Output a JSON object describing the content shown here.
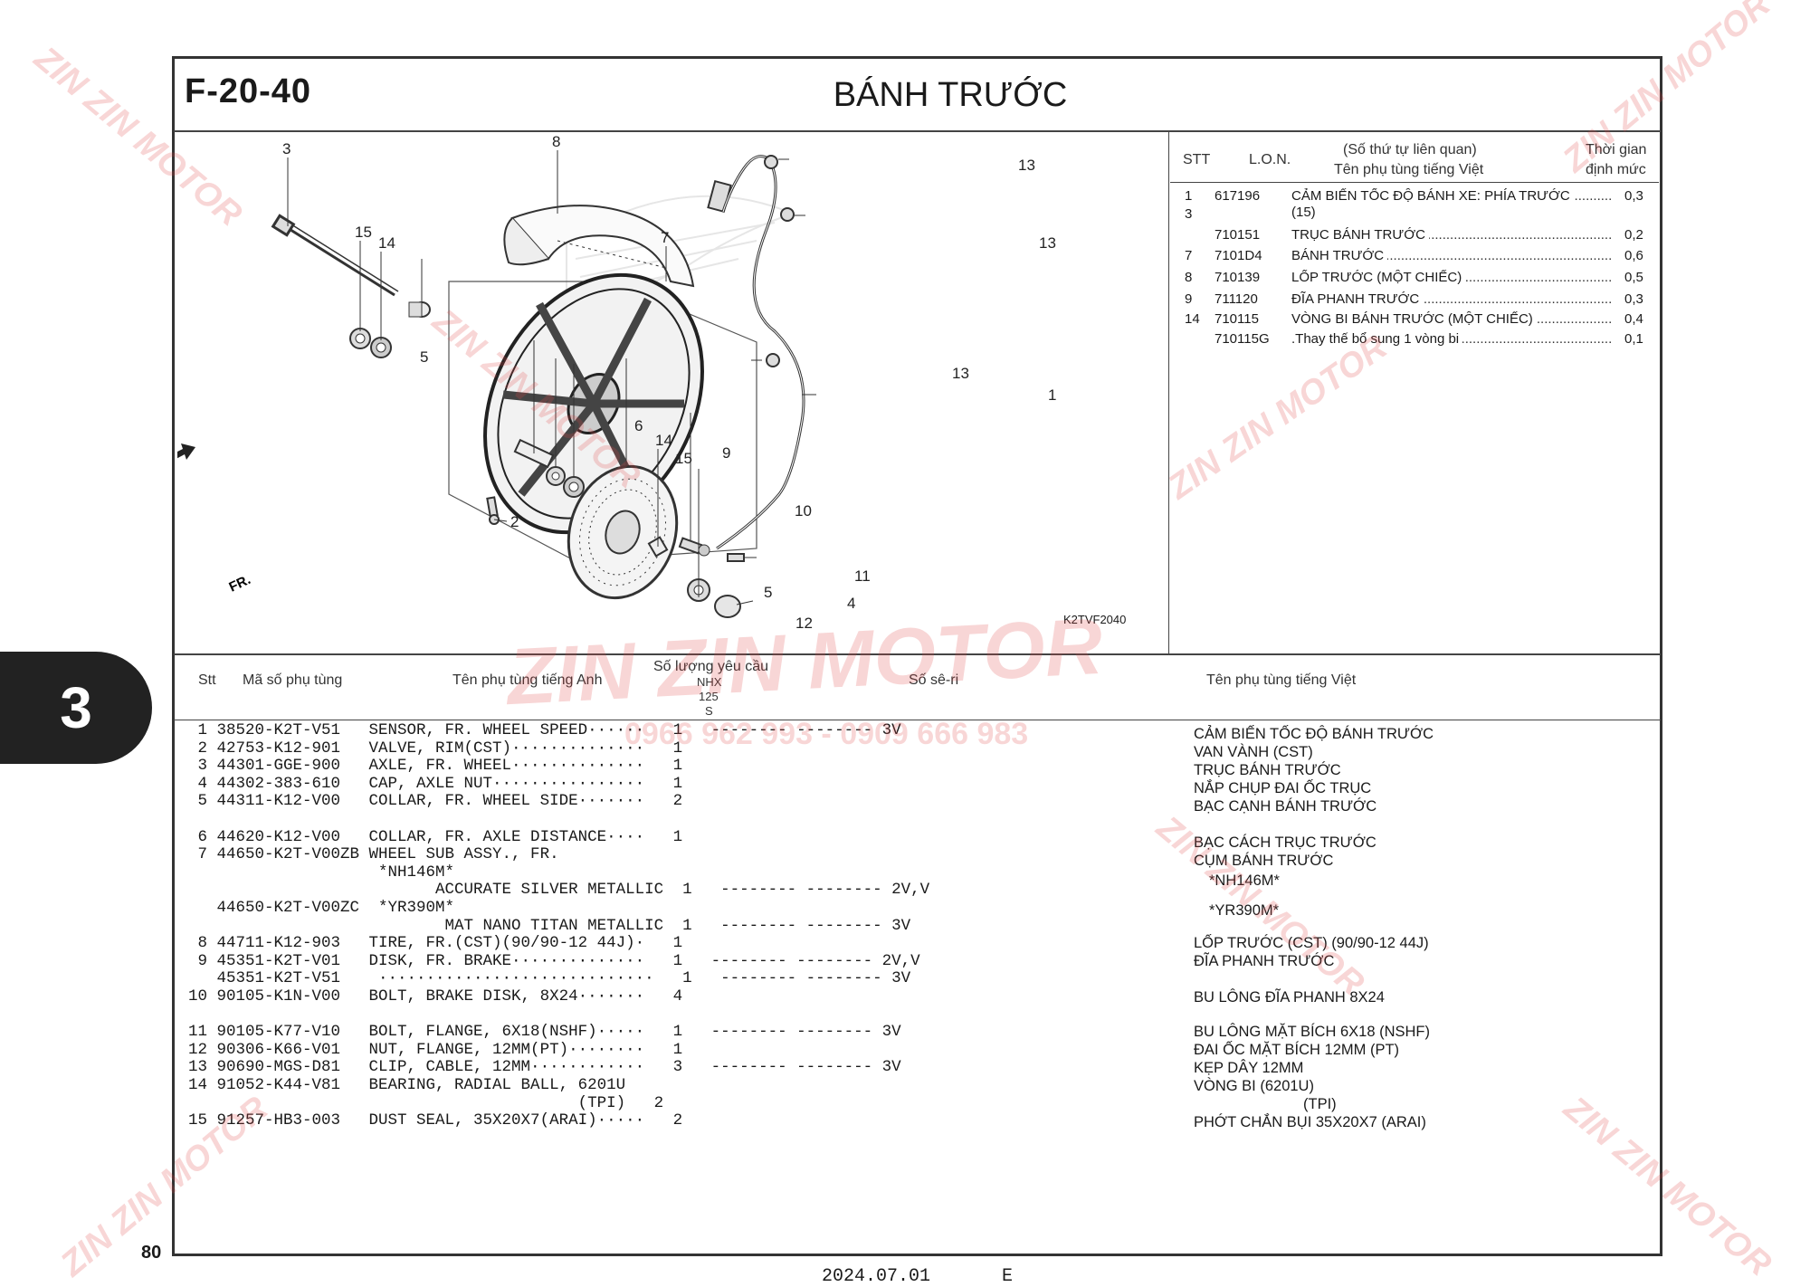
{
  "header": {
    "code": "F-20-40",
    "title": "BÁNH TRƯỚC"
  },
  "chapter_tab": "3",
  "page_number": "80",
  "footer": {
    "date": "2024.07.01",
    "edition": "E"
  },
  "diagram": {
    "code": "K2TVF2040",
    "direction_label": "FR.",
    "callouts": [
      "3",
      "8",
      "15",
      "14",
      "7",
      "5",
      "6",
      "14",
      "15",
      "2",
      "9",
      "10",
      "5",
      "12",
      "4",
      "11",
      "1",
      "13",
      "13",
      "13"
    ]
  },
  "labor_table": {
    "headers": {
      "stt": "STT",
      "lon": "L.O.N.",
      "related": "(Số thứ tự liên quan)",
      "name": "Tên phụ tùng tiếng Việt",
      "time1": "Thời gian",
      "time2": "định mức"
    },
    "rows": [
      {
        "stt": "1",
        "stt2": "3",
        "lon": "617196",
        "name": "CẢM BIẾN TỐC ĐỘ BÁNH XE: PHÍA TRƯỚC",
        "sub": "(15)",
        "time": "0,3"
      },
      {
        "stt": "",
        "stt2": "",
        "lon": "710151",
        "name": "TRỤC BÁNH TRƯỚC",
        "sub": "",
        "time": "0,2"
      },
      {
        "stt": "7",
        "stt2": "",
        "lon": "7101D4",
        "name": "BÁNH TRƯỚC",
        "sub": "",
        "time": "0,6"
      },
      {
        "stt": "8",
        "stt2": "",
        "lon": "710139",
        "name": "LỐP TRƯỚC (MỘT CHIẾC)",
        "sub": "",
        "time": "0,5"
      },
      {
        "stt": "9",
        "stt2": "",
        "lon": "711120",
        "name": "ĐĨA PHANH TRƯỚC",
        "sub": "",
        "time": "0,3"
      },
      {
        "stt": "14",
        "stt2": "",
        "lon": "710115",
        "name": "VÒNG BI BÁNH TRƯỚC (MỘT CHIẾC)",
        "sub": "",
        "time": "0,4"
      },
      {
        "stt": "",
        "stt2": "",
        "lon": "710115G",
        "name": ".Thay thế bổ sung 1 vòng bi",
        "sub": "",
        "time": "0,1"
      }
    ]
  },
  "parts_table": {
    "headers": {
      "stt": "Stt",
      "part_no": "Mã số phụ tùng",
      "name_en": "Tên phụ tùng tiếng Anh",
      "qty": "Số lượng yêu cầu",
      "model1": "NHX",
      "model2": "125",
      "model3": "S",
      "serial": "Số sê-ri",
      "name_vn": "Tên phụ tùng tiếng Việt"
    },
    "lines": [
      " 1 38520-K2T-V51   SENSOR, FR. WHEEL SPEED······   1   -------- -------- 3V",
      " 2 42753-K12-901   VALVE, RIM(CST)··············   1",
      " 3 44301-GGE-900   AXLE, FR. WHEEL··············   1",
      " 4 44302-383-610   CAP, AXLE NUT················   1",
      " 5 44311-K12-V00   COLLAR, FR. WHEEL SIDE·······   2",
      "",
      " 6 44620-K12-V00   COLLAR, FR. AXLE DISTANCE····   1",
      " 7 44650-K2T-V00ZB WHEEL SUB ASSY., FR.",
      "                    *NH146M*",
      "                          ACCURATE SILVER METALLIC  1   -------- -------- 2V,V",
      "   44650-K2T-V00ZC  *YR390M*",
      "                           MAT NANO TITAN METALLIC  1   -------- -------- 3V",
      " 8 44711-K12-903   TIRE, FR.(CST)(90/90-12 44J)·   1",
      " 9 45351-K2T-V01   DISK, FR. BRAKE··············   1   -------- -------- 2V,V",
      "   45351-K2T-V51    ·····························   1   -------- -------- 3V",
      "10 90105-K1N-V00   BOLT, BRAKE DISK, 8X24·······   4",
      "",
      "11 90105-K77-V10   BOLT, FLANGE, 6X18(NSHF)·····   1   -------- -------- 3V",
      "12 90306-K66-V01   NUT, FLANGE, 12MM(PT)········   1",
      "13 90690-MGS-D81   CLIP, CABLE, 12MM············   3   -------- -------- 3V",
      "14 91052-K44-V81   BEARING, RADIAL BALL, 6201U",
      "                                         (TPI)   2",
      "15 91257-HB3-003   DUST SEAL, 35X20X7(ARAI)·····   2"
    ],
    "vn_names": [
      "CẢM BIẾN TỐC ĐỘ BÁNH TRƯỚC",
      "VAN VÀNH (CST)",
      "TRỤC BÁNH TRƯỚC",
      "NẮP CHỤP ĐAI ỐC TRỤC",
      "BẠC CẠNH BÁNH TRƯỚC",
      "BẠC CÁCH TRỤC TRƯỚC",
      "CỤM BÁNH TRƯỚC",
      "*NH146M*",
      "*YR390M*",
      "LỐP TRƯỚC (CST) (90/90-12 44J)",
      "ĐĨA PHANH TRƯỚC",
      "BU LÔNG ĐĨA PHANH 8X24",
      "BU LÔNG MẶT BÍCH 6X18 (NSHF)",
      "ĐAI ỐC MẶT BÍCH 12MM (PT)",
      "KẸP DÂY 12MM",
      "VÒNG BI (6201U)",
      "(TPI)",
      "PHỚT CHẮN BỤI 35X20X7 (ARAI)"
    ]
  },
  "watermark": {
    "brand": "ZIN ZIN MOTOR",
    "phone": "0966 962 993 - 0909 666 983",
    "color": "#e04646"
  }
}
